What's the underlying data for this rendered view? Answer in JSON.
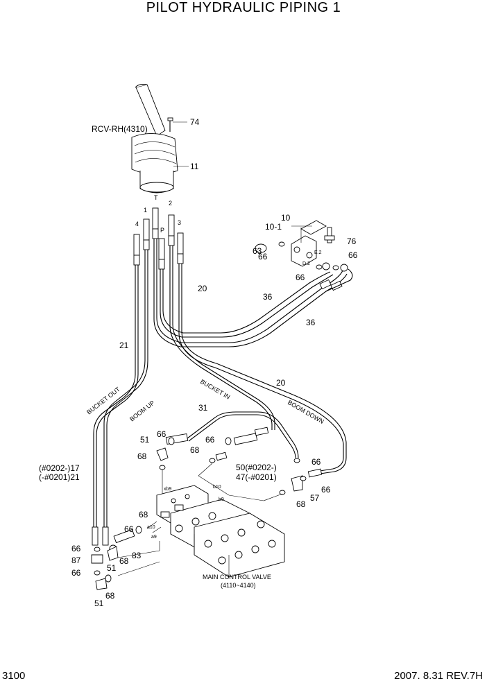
{
  "header": {
    "title": "PILOT HYDRAULIC PIPING 1"
  },
  "footer": {
    "page_number": "3100",
    "revision": "2007. 8.31  REV.7H"
  },
  "labels": {
    "rcv": "RCV-RH(4310)",
    "p74": "74",
    "p11": "11",
    "port_t": "T",
    "port_1": "1",
    "port_2": "2",
    "port_3": "3",
    "port_4": "4",
    "port_p": "P",
    "p10": "10",
    "p10_1": "10-1",
    "p76": "76",
    "p63": "63",
    "p66_a": "66",
    "e2": "E.2",
    "d2": "D.2",
    "p66_b": "66",
    "p66_c": "66",
    "p20_a": "20",
    "p36_a": "36",
    "p36_b": "36",
    "p21": "21",
    "p20_b": "20",
    "bucket_out": "BUCKET OUT",
    "boom_up": "BOOM UP",
    "bucket_in": "BUCKET IN",
    "boom_down": "BOOM DOWN",
    "p31": "31",
    "p66_d": "66",
    "p51_a": "51",
    "p66_e": "66",
    "p68_a": "68",
    "p68_b": "68",
    "p50": "50(#0202-)",
    "p47": "47(-#0201)",
    "p66_f": "66",
    "p66_g": "66",
    "p57": "57",
    "p68_c": "68",
    "p17": "(#0202-)17",
    "p21b": "(-#0201)21",
    "xb9": "xb9",
    "b10": "b10",
    "b9": "b9",
    "a10": "a10",
    "a9": "a9",
    "p68_d": "68",
    "p66_h": "66",
    "p66_i": "66",
    "p87": "87",
    "p66_j": "66",
    "p68_e": "68",
    "p83": "83",
    "p51_b": "51",
    "p68_f": "68",
    "p51_c": "51",
    "mcv_1": "MAIN CONTROL VALVE",
    "mcv_2": "(4110~4140)"
  }
}
